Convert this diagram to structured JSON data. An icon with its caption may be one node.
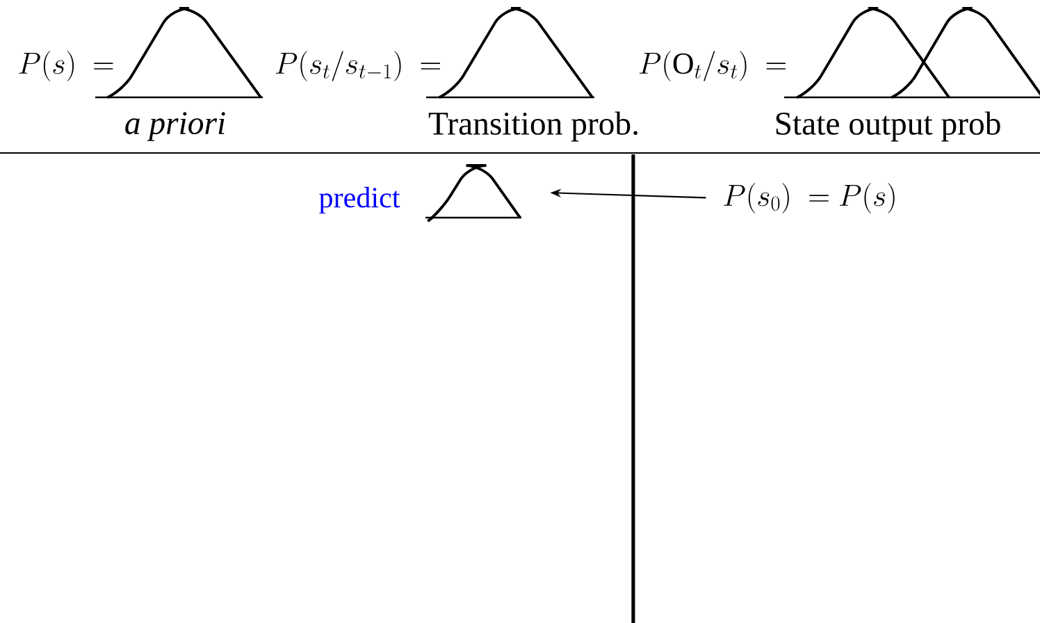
{
  "diagram": {
    "nodes": [
      {
        "text": [],
        "shape": "picture"
      },
      {
        "text": [
          "P(s_{0})\\ = P(s)"
        ]
      }
    ],
    "edges": [
      {
        "from": 1,
        "to": 0,
        "arrow": "to"
      }
    ],
    "labels": [
      "P(s)\\ =",
      "a priori",
      "P(s_{t}/s_{t-1})\\ =",
      "Transition prob.",
      "P(\\mathrm{O}_{t}/s_{t})\\ =",
      "State output prob",
      "predict"
    ]
  }
}
